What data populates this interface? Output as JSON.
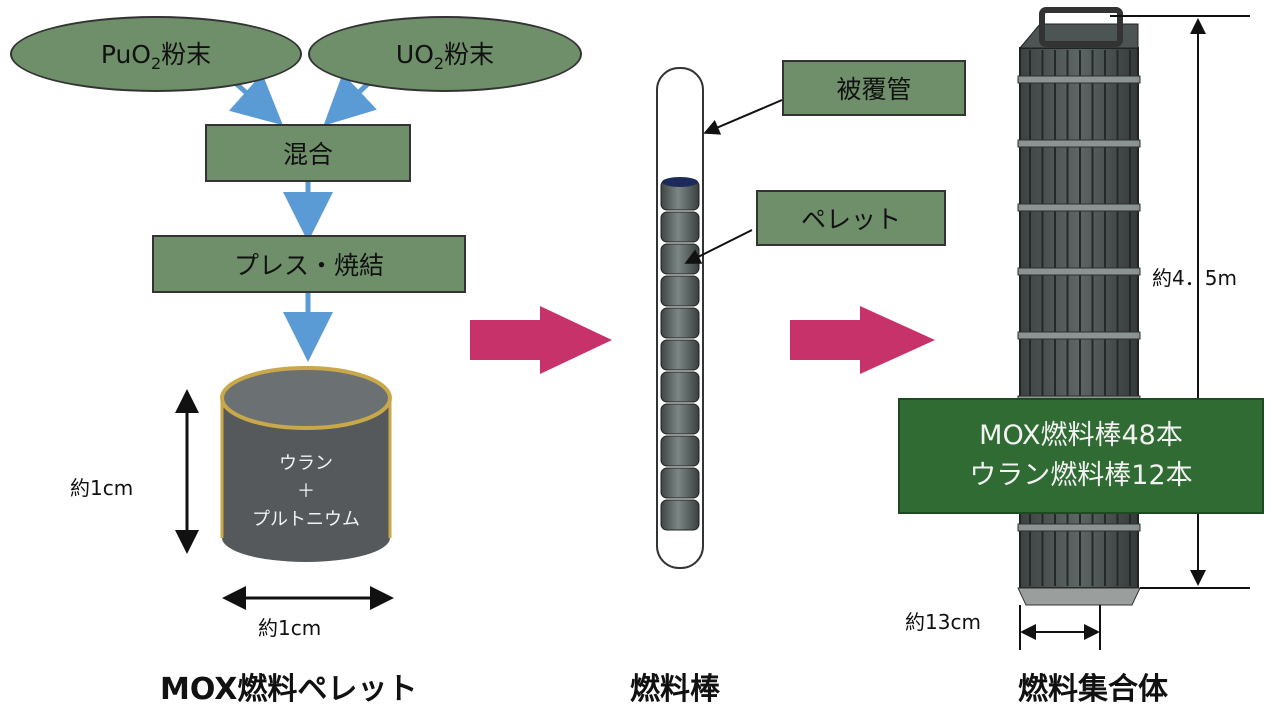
{
  "process": {
    "puo2_base": "PuO",
    "puo2_sub": "2",
    "puo2_suffix": "粉末",
    "uo2_base": "UO",
    "uo2_sub": "2",
    "uo2_suffix": "粉末",
    "mix": "混合",
    "press": "プレス・焼結"
  },
  "pellet": {
    "line1": "ウラン",
    "line2": "＋",
    "line3": "プルトニウム",
    "height_label": "約1cm",
    "width_label": "約1cm",
    "caption": "MOX燃料ペレット"
  },
  "rod": {
    "cladding_label": "被覆管",
    "pellet_label": "ペレット",
    "caption": "燃料棒"
  },
  "assembly": {
    "height_label": "約4．5m",
    "width_label": "約13cm",
    "composition_line1": "MOX燃料棒48本",
    "composition_line2": "ウラン燃料棒12本",
    "caption": "燃料集合体"
  },
  "colors": {
    "box_green": "#6f8f6a",
    "dark_green": "#2f6b33",
    "flow_arrow_blue": "#5b9bd5",
    "big_arrow_magenta": "#c8326a",
    "pellet_gray": "#55595c"
  }
}
